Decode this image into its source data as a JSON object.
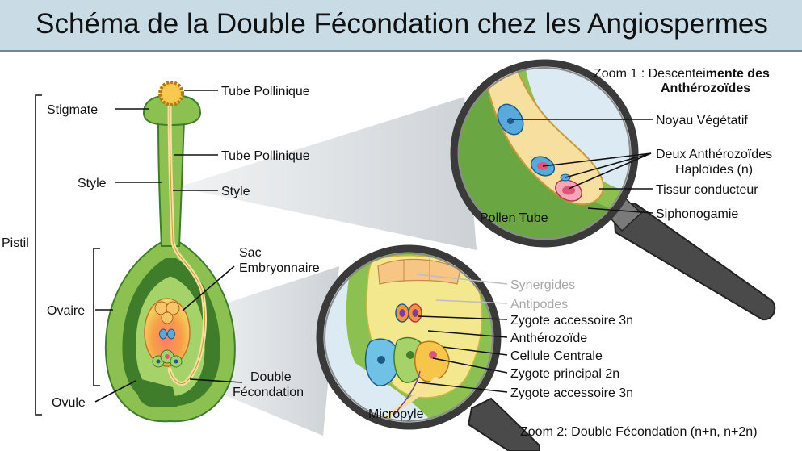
{
  "title": "Schéma de la Double Fécondation chez les Angiospermes",
  "colors": {
    "header_bg": "#c9dce6",
    "plant_green": "#8cc152",
    "dark_green": "#3f7d2b",
    "pollen_yellow": "#f6c54a",
    "tube_cream": "#f7dfa0",
    "sac_orange": "#f79a45",
    "nucleus_blue": "#5aa9dc",
    "nucleus_pink": "#e0567a",
    "lens_frame": "#3a3a3a"
  },
  "left": {
    "tube_pollinique_top": "Tube Pollinique",
    "stigmate": "Stigmate",
    "tube_pollinique": "Tube Pollinique",
    "style_left": "Style",
    "style_right": "Style",
    "pistil": "Pistil",
    "sac_line1": "Sac",
    "sac_line2": "Embryonnaire",
    "ovaire": "Ovaire",
    "double_line1": "Double",
    "double_line2": "Fécondation",
    "ovule": "Ovule"
  },
  "zoom1": {
    "caption_normal": "Zoom 1 : Descentei",
    "caption_bold_1": "mente des",
    "caption_bold_2": "Anthérozoïdes",
    "noyau": "Noyau Végétatif",
    "deux_line1": "Deux Anthérozoïdes",
    "deux_line2": "Haploïdes (n)",
    "tissu": "Tissur conducteur",
    "siphono": "Siphonogamie",
    "pollen_tube": "Pollen Tube"
  },
  "zoom2": {
    "synergides": "Synergides",
    "antipodes": "Antipodes",
    "zygote_acc_1": "Zygote accessoire 3n",
    "antherozoide": "Anthérozoïde",
    "cellule": "Cellule Centrale",
    "zygote_principal": "Zygote principal 2n",
    "zygote_acc_2": "Zygote accessoire 3n",
    "micropyle": "Micropyle",
    "caption": "Zoom 2: Double Fécondation (n+n, n+2n)"
  }
}
